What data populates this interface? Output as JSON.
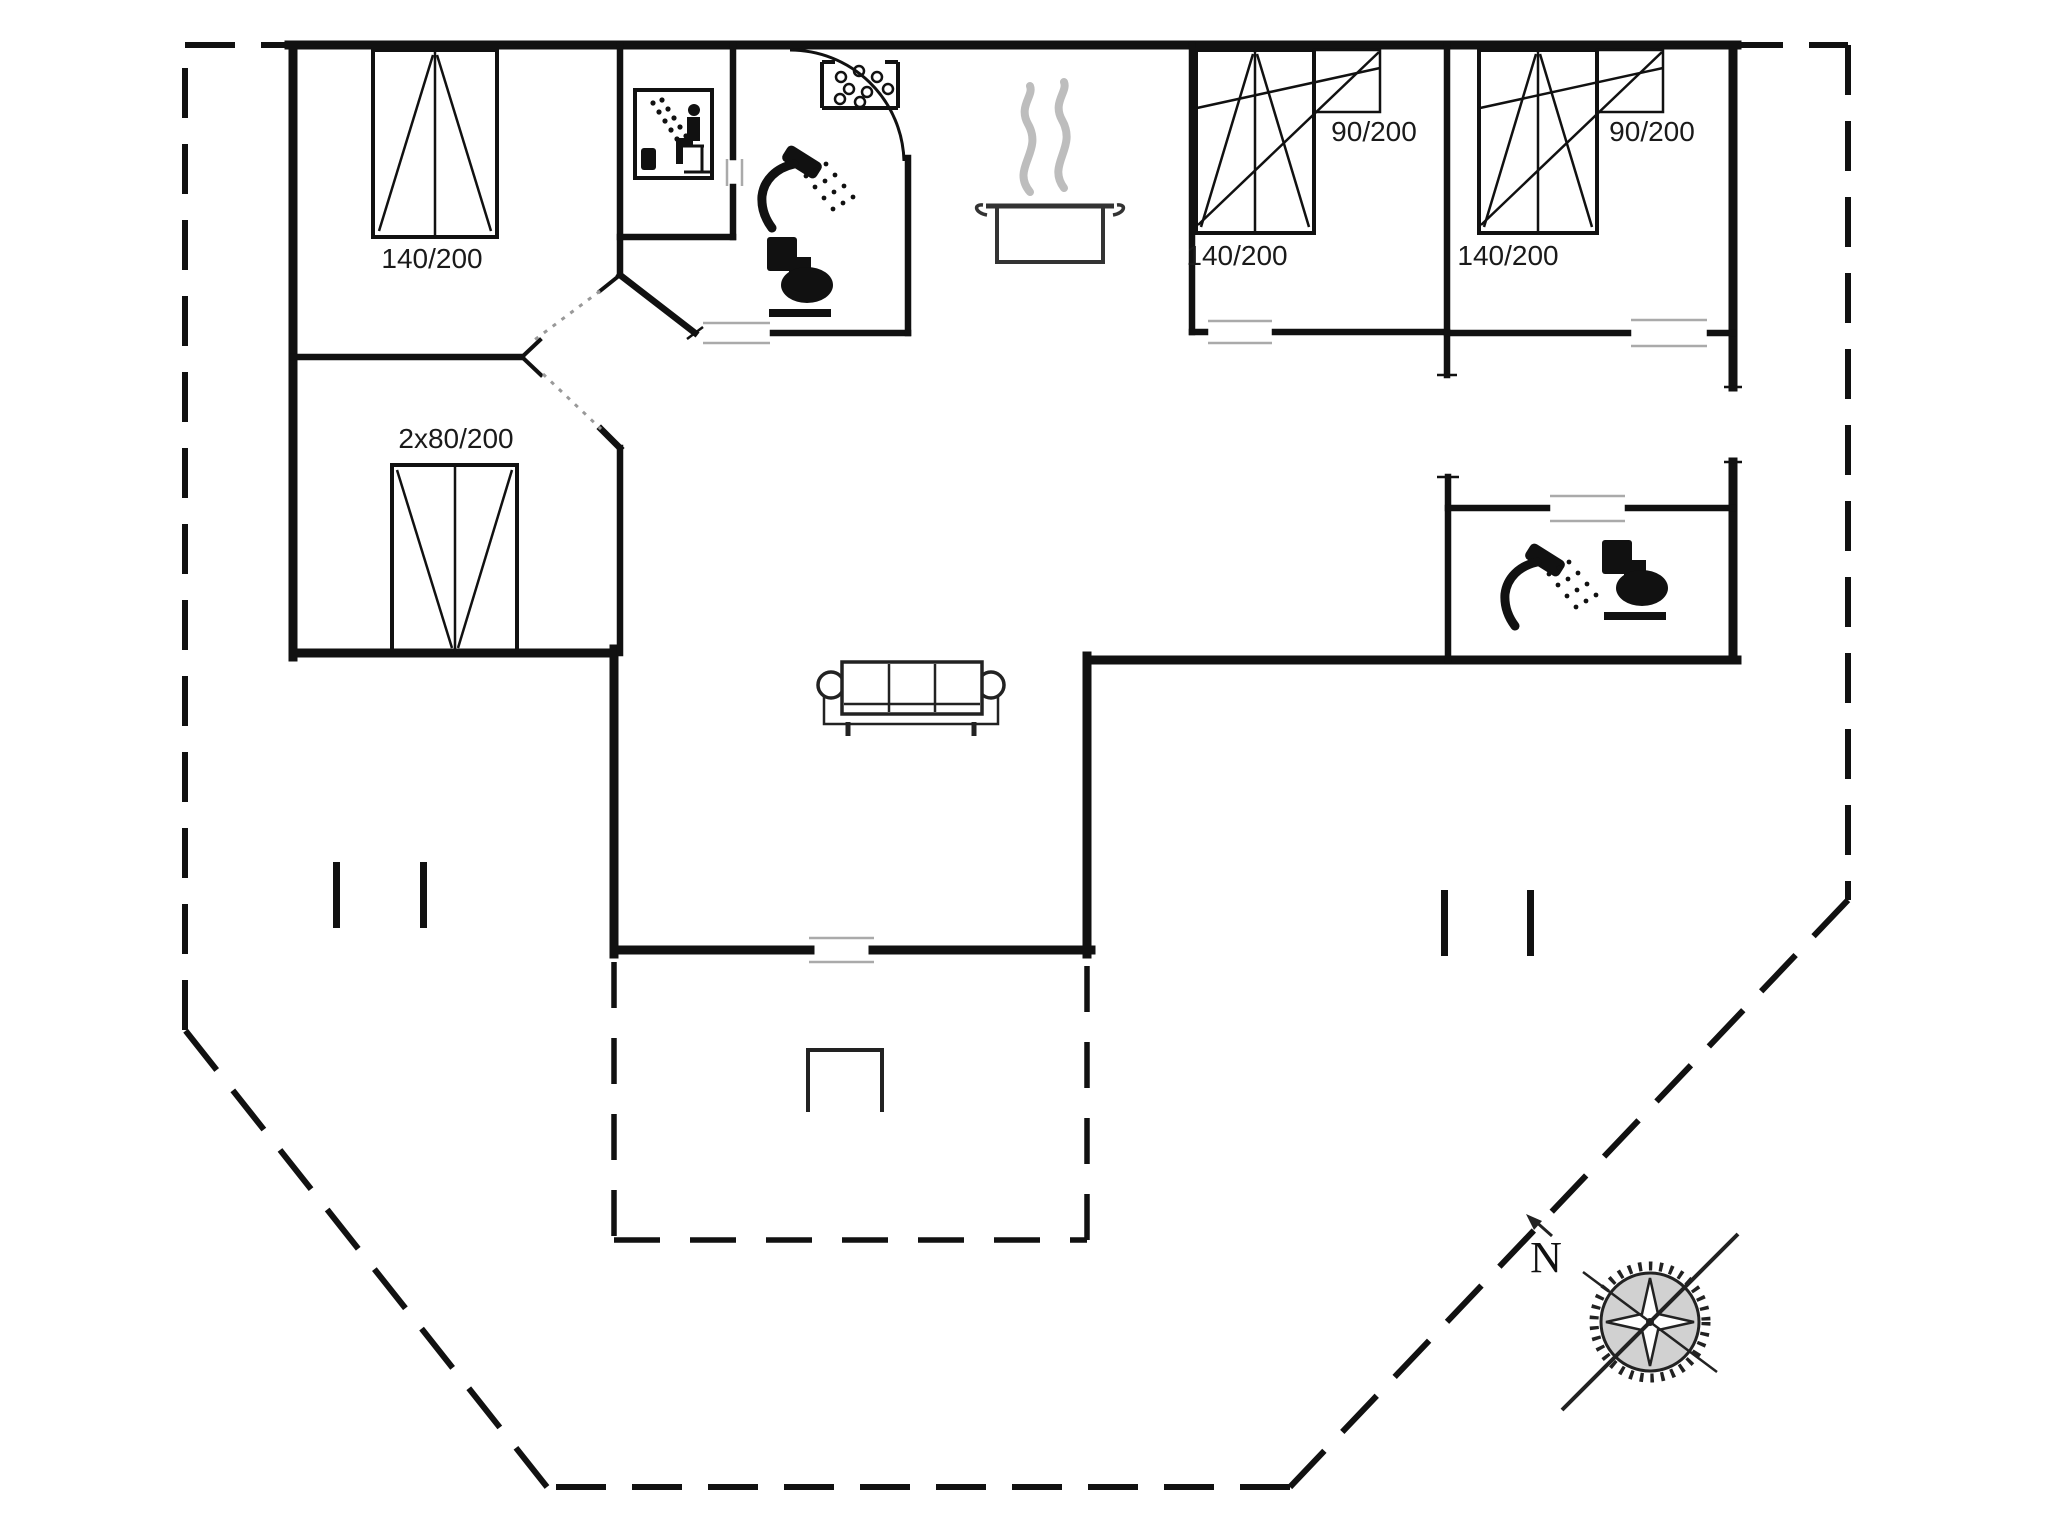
{
  "page": {
    "type": "holiday-house-floor-plan",
    "background": "#ffffff"
  },
  "colors": {
    "walls": "#111111",
    "door_leaf": "#aaaaaa",
    "door_swing_dotted": "#999999",
    "steam_gray": "#bdbdbd",
    "text": "#1a1a1a"
  },
  "dimensions": {
    "bedroom1_bed": "140/200",
    "bedroom2_bed": "140/200",
    "bedroom2_bunk": "90/200",
    "bedroom3_bed": "140/200",
    "bedroom3_bunk": "90/200",
    "terrace_double_door": "2x80/200"
  },
  "compass": {
    "north": "N"
  },
  "icons": [
    "sauna-icon",
    "whirlpool-icon",
    "shower-icon",
    "toilet-icon",
    "stove-pot-icon",
    "sofa-symbol",
    "double-door-symbol",
    "bed-symbol",
    "compass-rose-icon",
    "north-arrow-icon",
    "terrace-post",
    "terrace-step"
  ]
}
